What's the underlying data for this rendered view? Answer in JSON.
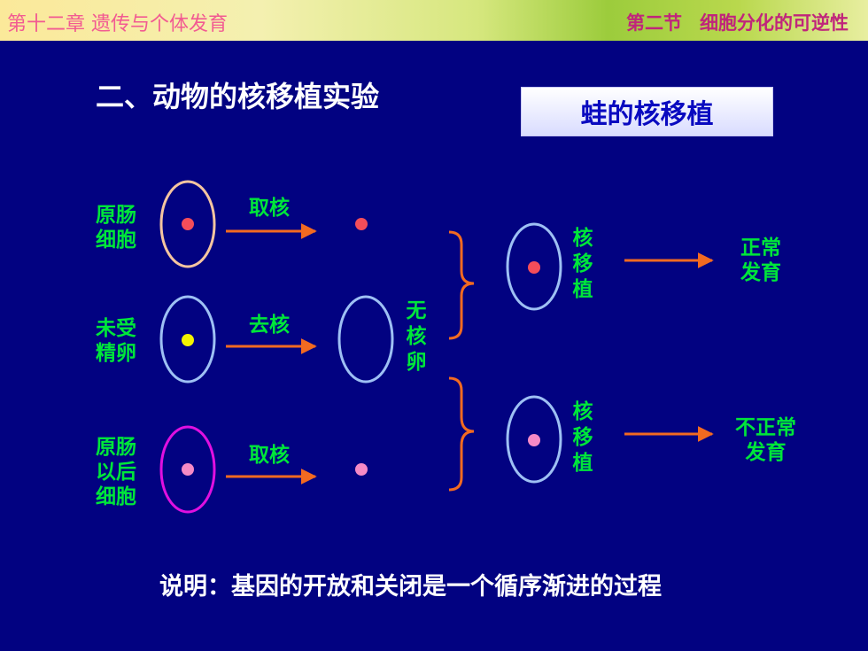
{
  "header": {
    "chapter": "第十二章  遗传与个体发育",
    "section": "第二节",
    "section_title": "细胞分化的可逆性"
  },
  "title": "二、动物的核移植实验",
  "frog_box": "蛙的核移植",
  "labels": {
    "gut_cell": [
      "原肠",
      "细胞"
    ],
    "unfertilized_egg": [
      "未受",
      "精卵"
    ],
    "post_gut_cell": [
      "原肠",
      "以后",
      "细胞"
    ],
    "take_nucleus_top": "取核",
    "remove_nucleus": "去核",
    "take_nucleus_bottom": "取核",
    "enucleated_egg": [
      "无",
      "核",
      "卵"
    ],
    "transplant_top": [
      "核",
      "移",
      "植"
    ],
    "transplant_bottom": [
      "核",
      "移",
      "植"
    ],
    "normal_dev": [
      "正常",
      "发育"
    ],
    "abnormal_dev": [
      "不正常",
      "发育"
    ]
  },
  "colors": {
    "background": "#020281",
    "label_green": "#00e63a",
    "arrow_orange": "#f26a21",
    "bracket_orange": "#f26a21",
    "nucleus_red": "#f44d5a",
    "nucleus_yellow": "#f4f400",
    "nucleus_pink": "#f58ac6",
    "cell_gut": "#f5c5a0",
    "cell_egg": "#9ec0f4",
    "cell_post_gut": "#e010e0"
  },
  "note": "说明：基因的开放和关闭是一个循序渐进的过程"
}
